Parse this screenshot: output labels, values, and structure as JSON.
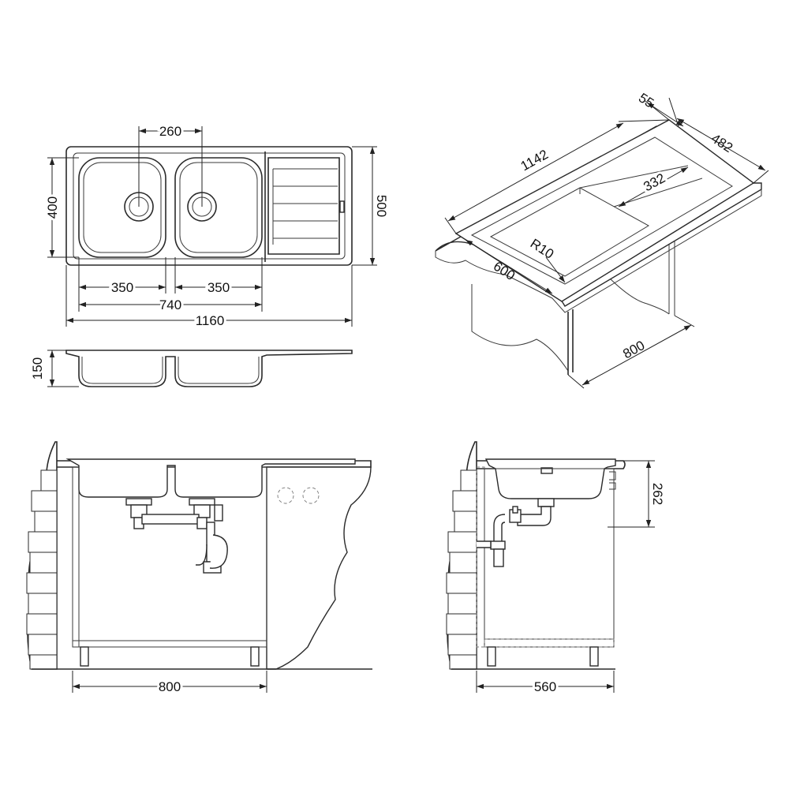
{
  "colors": {
    "line": "#2a2a2a",
    "background": "#ffffff",
    "shade": "#d9d9d9"
  },
  "top_view": {
    "drain_spacing": "260",
    "bowl_depth": "400",
    "overall_depth": "500",
    "bowl_width_left": "350",
    "bowl_width_right": "350",
    "bowls_total_width": "740",
    "overall_width": "1160"
  },
  "side_view": {
    "bowl_height": "150"
  },
  "isometric_view": {
    "rim_width": "55",
    "overall_depth": "482",
    "overall_length": "1142",
    "drainer_width": "332",
    "corner_radius": "R10",
    "cutout_depth": "600",
    "cabinet_width": "800"
  },
  "front_install_view": {
    "cabinet_width": "800"
  },
  "side_install_view": {
    "installed_depth": "262",
    "cabinet_depth": "560"
  }
}
